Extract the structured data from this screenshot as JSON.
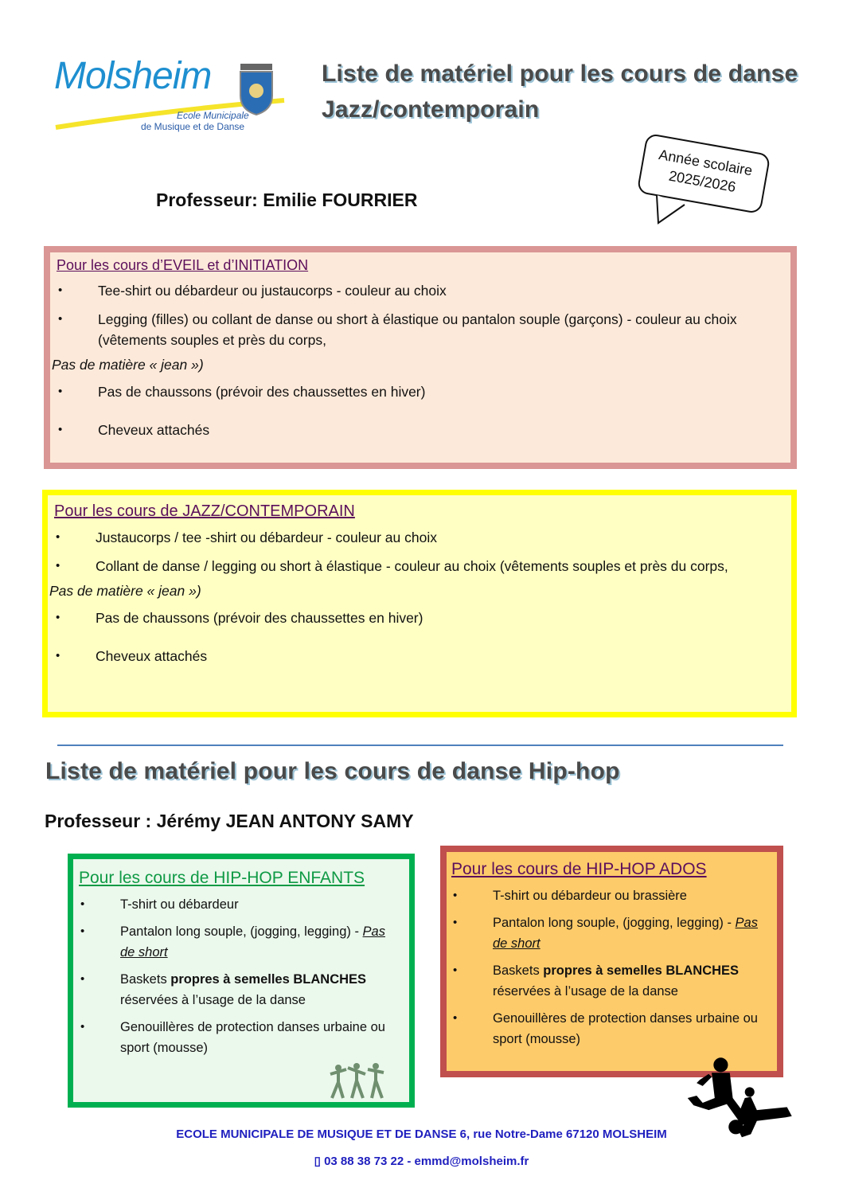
{
  "logo": {
    "name": "Molsheim",
    "subtitle_line1": "Ecole Municipale",
    "subtitle_line2": "de Musique et de Danse"
  },
  "header": {
    "title_line1": "Liste de matériel pour les cours de danse",
    "title_line2": "Jazz/contemporain",
    "school_year_line1": "Année scolaire",
    "school_year_line2": "2025/2026",
    "teacher": "Professeur: Emilie FOURRIER"
  },
  "eveil": {
    "heading": "Pour les cours d’EVEIL et d’INITIATION",
    "items": [
      "Tee-shirt ou débardeur ou justaucorps - couleur au choix",
      "Legging (filles) ou collant de danse ou short à élastique ou pantalon souple (garçons) - couleur au choix (vêtements souples et près du corps,"
    ],
    "note": "Pas de matière « jean »)",
    "items2": [
      "Pas de chaussons (prévoir des chaussettes en hiver)",
      "Cheveux attachés"
    ]
  },
  "jazz": {
    "heading": "Pour les cours de JAZZ/CONTEMPORAIN",
    "items": [
      "Justaucorps / tee -shirt ou débardeur - couleur au choix",
      "Collant de danse / legging ou short à élastique - couleur au choix (vêtements souples et près du corps,"
    ],
    "note": "Pas de matière « jean »)",
    "items2": [
      "Pas de chaussons (prévoir des chaussettes en hiver)",
      "Cheveux attachés"
    ]
  },
  "hiphop": {
    "title": "Liste de matériel pour les cours de danse Hip-hop",
    "teacher": "Professeur : Jérémy JEAN ANTONY SAMY",
    "enfants": {
      "heading": "Pour les cours de HIP-HOP ENFANTS",
      "item1": "T-shirt ou débardeur",
      "item2": "Pantalon long souple, (jogging, legging) - ",
      "item2_em": "Pas de short",
      "item3": "Baskets ",
      "item3_bold": "propres à semelles BLANCHES",
      "item3_rest": " réservées à l’usage de la danse",
      "item4": "Genouillères de protection danses urbaine ou sport (mousse)"
    },
    "ados": {
      "heading": "Pour les cours de HIP-HOP ADOS",
      "item1": "T-shirt ou débardeur ou brassière",
      "item2": "Pantalon long souple, (jogging, legging) - ",
      "item2_em": "Pas de short",
      "item3": "Baskets ",
      "item3_bold": "propres à semelles BLANCHES",
      "item3_rest": " réservées à l’usage de la danse",
      "item4": "Genouillères de protection danses urbaine ou sport (mousse)"
    }
  },
  "footer": {
    "address": "ECOLE MUNICIPALE DE MUSIQUE ET DE DANSE  6, rue Notre-Dame 67120 MOLSHEIM",
    "contact": "▯ 03 88 38 73 22 - emmd@molsheim.fr"
  },
  "colors": {
    "eveil_border": "#d99694",
    "eveil_bg": "#fde9d9",
    "jazz_border": "#ffff00",
    "jazz_bg": "#ffffc4",
    "enfants_border": "#00b050",
    "enfants_bg": "#ebf8ec",
    "ados_border": "#c0504d",
    "ados_bg": "#fecb6b"
  }
}
